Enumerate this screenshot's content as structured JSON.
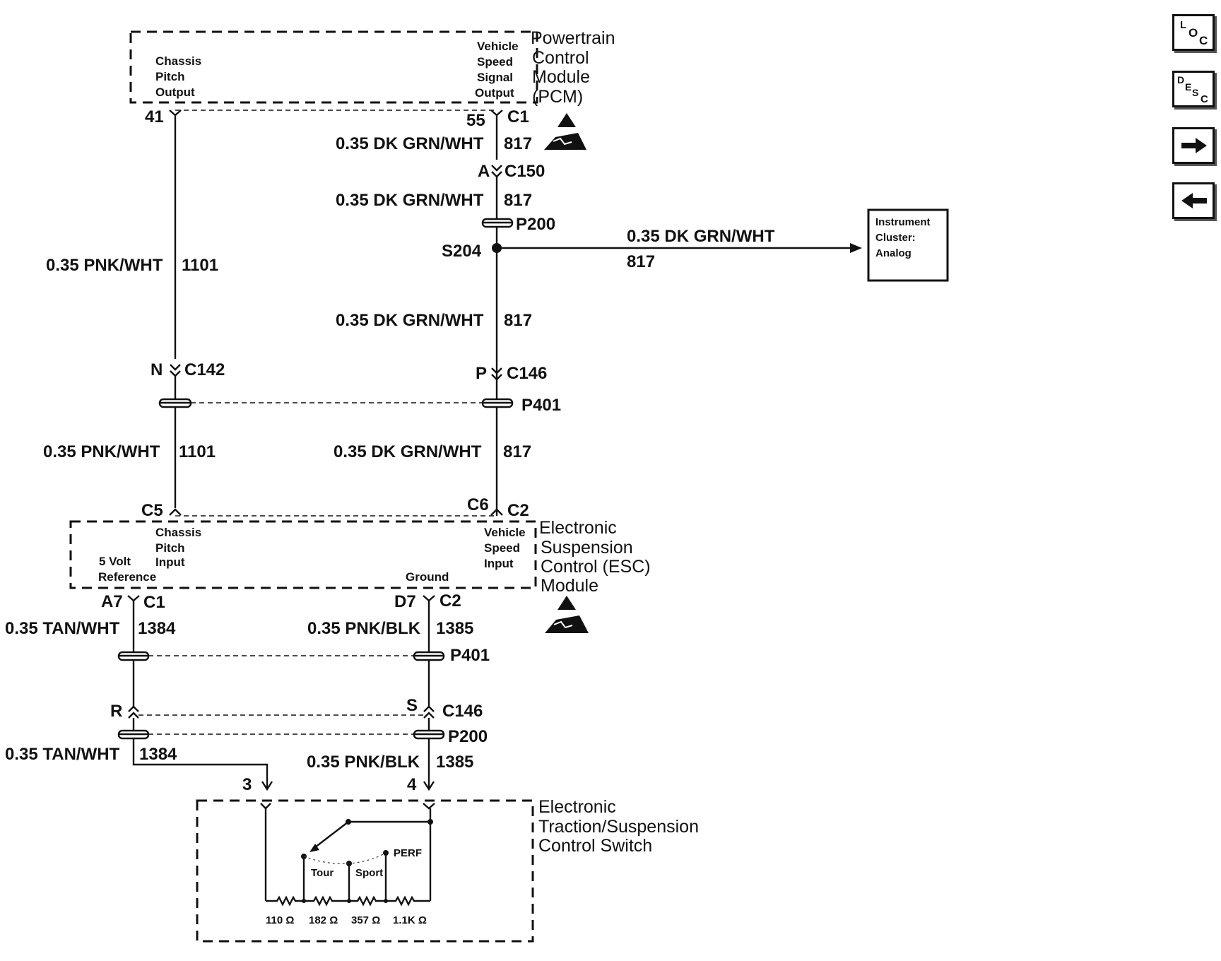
{
  "modules": {
    "pcm": {
      "title": [
        "Powertrain",
        "Control",
        "Module",
        "(PCM)"
      ],
      "left_pin_label": [
        "Chassis",
        "Pitch",
        "Output"
      ],
      "right_pin_label": [
        "Vehicle",
        "Speed",
        "Signal",
        "Output"
      ]
    },
    "esc": {
      "title": [
        "Electronic",
        "Suspension",
        "Control (ESC)",
        "Module"
      ],
      "top_left_label": [
        "Chassis",
        "Pitch",
        "Input"
      ],
      "top_right_label": [
        "Vehicle",
        "Speed",
        "Input"
      ],
      "bottom_left_label": [
        "5 Volt",
        "Reference"
      ],
      "bottom_right_label": "Ground"
    },
    "switch": {
      "title": [
        "Electronic",
        "Traction/Suspension",
        "Control Switch"
      ],
      "positions": [
        "Tour",
        "Sport",
        "PERF"
      ],
      "resistors": [
        "110 Ω",
        "182 Ω",
        "357 Ω",
        "1.1K Ω"
      ]
    },
    "instrument_cluster": {
      "title": [
        "Instrument",
        "Cluster:",
        "Analog"
      ]
    }
  },
  "pins": {
    "pcm_41": "41",
    "pcm_55": "55",
    "pcm_c1": "C1",
    "c150_a": "A",
    "esc_c5": "C5",
    "esc_c6": "C6",
    "esc_c2": "C2",
    "esc_a7": "A7",
    "esc_c1": "C1",
    "esc_d7": "D7",
    "esc_c2b": "C2",
    "switch_3": "3",
    "switch_4": "4"
  },
  "connectors": {
    "c150": "C150",
    "c142_pin": "N",
    "c142": "C142",
    "c146_pin_p": "P",
    "c146": "C146",
    "c146_pin_r": "R",
    "c146_pin_s": "S",
    "c146b": "C146",
    "p200_top": "P200",
    "p401_top": "P401",
    "p401_bottom": "P401",
    "p200_bottom": "P200",
    "s204": "S204"
  },
  "wires": {
    "pnk_wht": "0.35 PNK/WHT",
    "c1101": "1101",
    "dkgrn_wht": "0.35 DK GRN/WHT",
    "c817": "817",
    "tan_wht": "0.35 TAN/WHT",
    "c1384": "1384",
    "pnk_blk": "0.35 PNK/BLK",
    "c1385": "1385"
  },
  "nav": {
    "loc": [
      "L",
      "O",
      "C"
    ],
    "desc": [
      "D",
      "E",
      "S",
      "C"
    ],
    "next_icon": "arrow-right-icon",
    "prev_icon": "arrow-left-icon"
  }
}
